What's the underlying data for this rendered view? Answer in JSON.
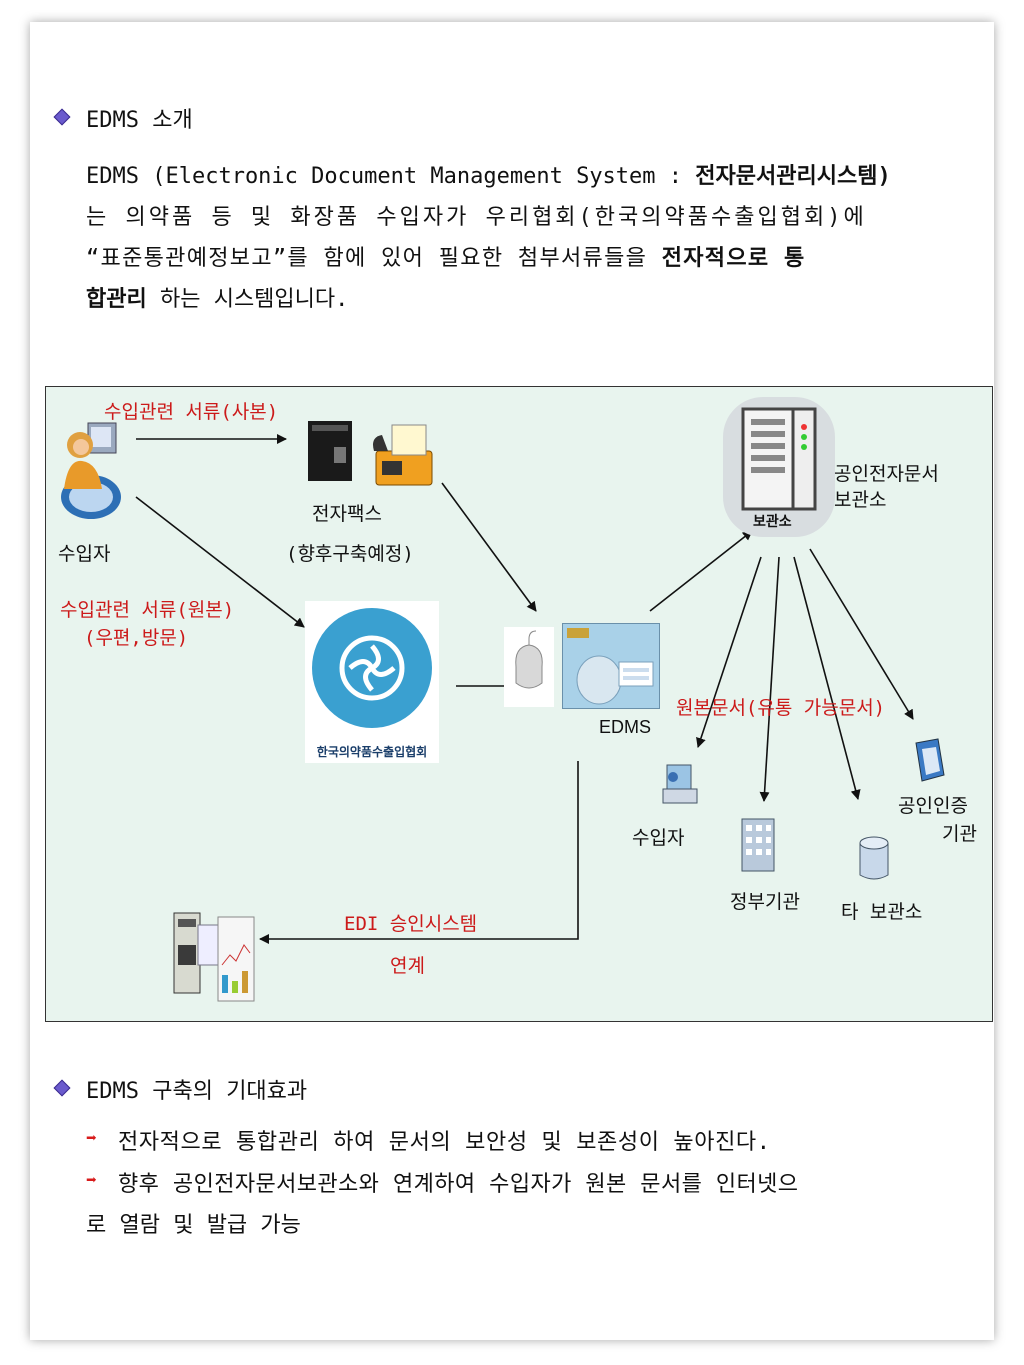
{
  "section1": {
    "heading": "EDMS 소개",
    "line1_a": "EDMS (Electronic Document Management System : ",
    "line1_b": "전자문서관리시스템)",
    "line2": "는 의약품 등 및 화장품 수입자가 우리협회(한국의약품수출입협회)에",
    "line3_a": "“표준통관예정보고”를 함에 있어 필요한 첨부서류들을 ",
    "line3_b": "전자적으로 통",
    "line4_a": "합관리",
    "line4_b": " 하는 시스템입니다."
  },
  "diagram": {
    "copy_docs": "수입관련 서류(사본)",
    "importer": "수입자",
    "efax": "전자팩스",
    "efax_note": "(향후구축예정)",
    "orig_docs": "수입관련 서류(원본)",
    "orig_docs_note": "(우편,방문)",
    "association_logo_text": "한국의약품수출입협회",
    "edms": "EDMS",
    "storage_badge": "보관소",
    "storage_label_1": "공인전자문서",
    "storage_label_2": "보관소",
    "original_docs": "원본문서(유통 가능문서)",
    "importer2": "수입자",
    "government": "정부기관",
    "other_storage": "타 보관소",
    "cert_1": "공인인증",
    "cert_2": "기관",
    "edi_1": "EDI 승인시스템",
    "edi_2": "연계"
  },
  "section2": {
    "heading": "EDMS 구축의 기대효과",
    "item1": "전자적으로 통합관리 하여 문서의 보안성 및 보존성이 높아진다.",
    "item2_line1": "향후 공인전자문서보관소와 연계하여 수입자가 원본 문서를 인터넷으",
    "item2_line2": "로 열람 및 발급 가능"
  },
  "colors": {
    "red_label": "#cc1a1a",
    "bullet": "#6a5acd",
    "diagram_bg": "#e8f4ee",
    "association_blue": "#3aa0d0"
  }
}
